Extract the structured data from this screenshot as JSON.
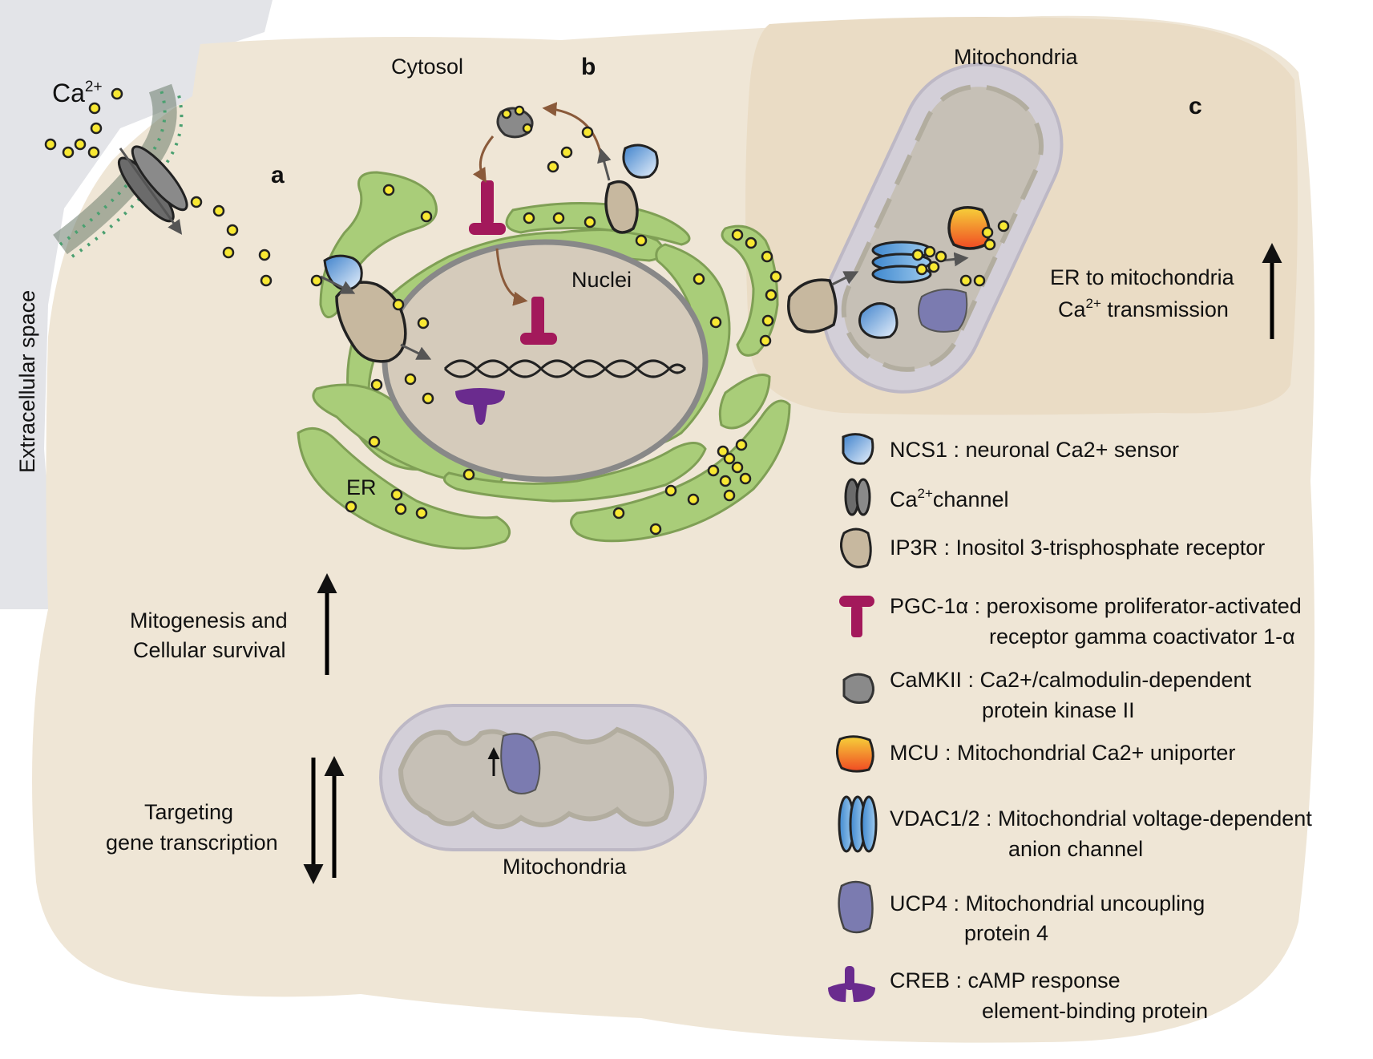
{
  "panels": {
    "a": "a",
    "b": "b",
    "c": "c"
  },
  "regions": {
    "extracellular": "Extracellular space",
    "cytosol": "Cytosol",
    "ca": "Ca",
    "ca_sup": "2+",
    "nuclei": "Nuclei",
    "er": "ER",
    "mito_top": "Mitochondria",
    "mito_bottom": "Mitochondria"
  },
  "effects": {
    "mitogenesis_line1": "Mitogenesis and",
    "mitogenesis_line2": "Cellular survival",
    "targeting_line1": "Targeting",
    "targeting_line2": "gene transcription",
    "er_mito_line1": "ER to mitochondria",
    "er_mito_line2_a": "Ca",
    "er_mito_line2_sup": "2+",
    "er_mito_line2_b": " transmission"
  },
  "legend": [
    {
      "key": "ncs1",
      "line1": "NCS1 : neuronal Ca2+ sensor",
      "line2": ""
    },
    {
      "key": "channel",
      "line1_a": "Ca",
      "line1_sup": "2+",
      "line1_b": "channel",
      "line2": ""
    },
    {
      "key": "ip3r",
      "line1": "IP3R : Inositol 3-trisphosphate receptor",
      "line2": ""
    },
    {
      "key": "pgc",
      "line1": "PGC-1α : peroxisome proliferator-activated",
      "line2": "receptor gamma coactivator 1-α"
    },
    {
      "key": "camkii",
      "line1": "CaMKII : Ca2+/calmodulin-dependent",
      "line2": "protein kinase II"
    },
    {
      "key": "mcu",
      "line1": "MCU : Mitochondrial Ca2+ uniporter",
      "line2": ""
    },
    {
      "key": "vdac",
      "line1": "VDAC1/2 : Mitochondrial voltage-dependent",
      "line2": "anion channel"
    },
    {
      "key": "ucp4",
      "line1": "UCP4 : Mitochondrial uncoupling",
      "line2": "protein 4"
    },
    {
      "key": "creb",
      "line1": "CREB : cAMP response",
      "line2": "element-binding protein"
    }
  ],
  "colors": {
    "cell": "#efe6d6",
    "extracellular": "#e4e5e9",
    "mito_region": "#eadcc5",
    "er": "#a9cd79",
    "nucleus": "#d5cbbb",
    "calcium": "#f8e833",
    "pgc": "#a3195b",
    "creb": "#6a2b8e",
    "ip3r": "#c7b89f",
    "ncs1": "#4a8fd0",
    "ucp4": "#7b7bb0"
  }
}
